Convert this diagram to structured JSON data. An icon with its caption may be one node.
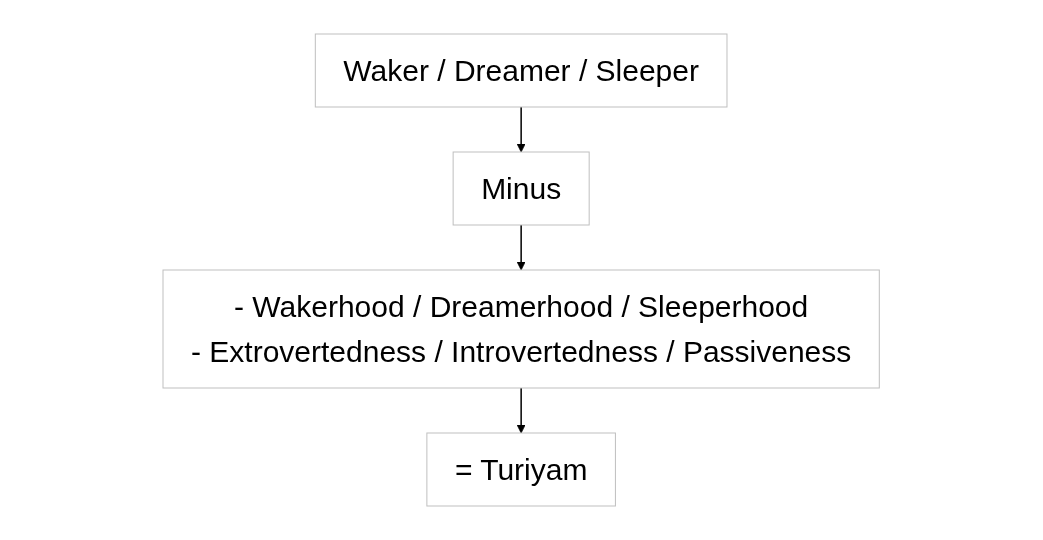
{
  "diagram": {
    "nodes": [
      {
        "text": [
          "Waker / Dreamer / Sleeper"
        ]
      },
      {
        "text": [
          "Minus"
        ]
      },
      {
        "text": [
          "- Wakerhood / Dreamerhood / Sleeperhood",
          "- Extrovertedness / Introvertedness / Passiveness"
        ]
      },
      {
        "text": [
          "= Turiyam"
        ]
      }
    ],
    "edges": [
      {
        "from": 0,
        "to": 1,
        "arrow": "to"
      },
      {
        "from": 1,
        "to": 2,
        "arrow": "to"
      },
      {
        "from": 2,
        "to": 3,
        "arrow": "to"
      }
    ]
  }
}
